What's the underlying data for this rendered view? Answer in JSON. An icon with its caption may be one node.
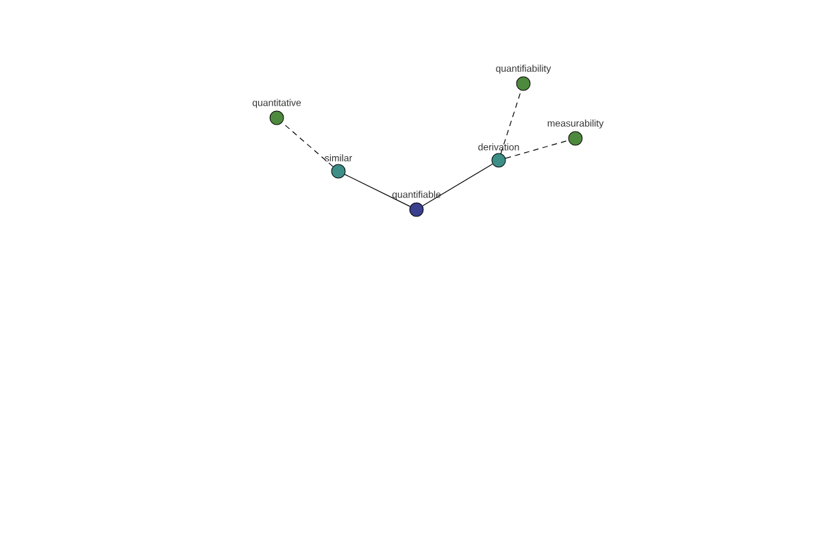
{
  "diagram": {
    "nodes": [
      {
        "text": [
          "quantitative"
        ]
      },
      {
        "text": [
          "similar"
        ]
      },
      {
        "text": [
          "quantifiable"
        ]
      },
      {
        "text": [
          "derivation"
        ]
      },
      {
        "text": [
          "quantifiability"
        ]
      },
      {
        "text": [
          "measurability"
        ]
      }
    ],
    "edges": [
      {
        "from": 1,
        "to": 0,
        "arrow": "none",
        "style": "dashed"
      },
      {
        "from": 2,
        "to": 1,
        "arrow": "none"
      },
      {
        "from": 2,
        "to": 3,
        "arrow": "none"
      },
      {
        "from": 3,
        "to": 4,
        "arrow": "none",
        "style": "dashed"
      },
      {
        "from": 3,
        "to": 5,
        "arrow": "none",
        "style": "dashed"
      }
    ]
  }
}
